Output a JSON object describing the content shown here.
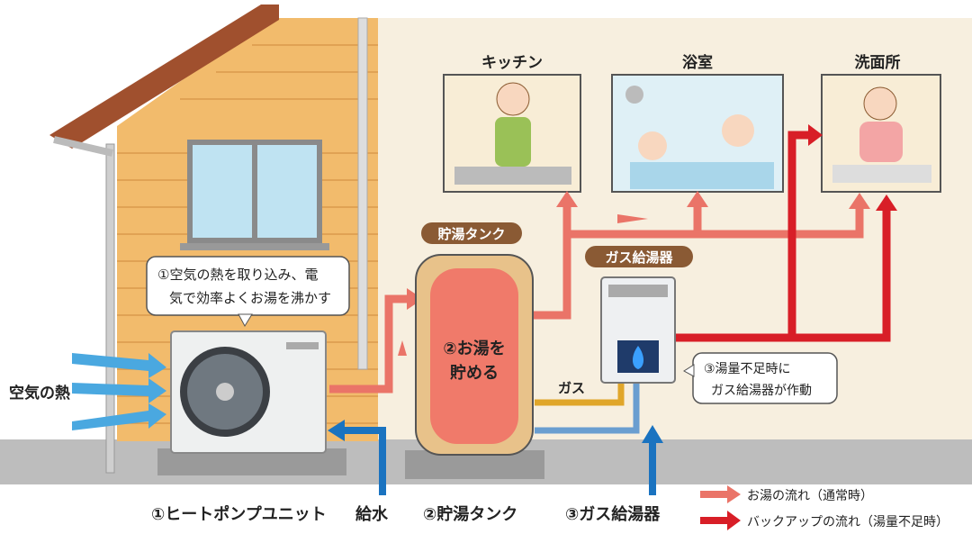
{
  "rooms": {
    "kitchen": "キッチン",
    "bath": "浴室",
    "washroom": "洗面所"
  },
  "tags": {
    "tank": "貯湯タンク",
    "gas_heater": "ガス給湯器"
  },
  "callouts": {
    "heatpump_line1": "①空気の熱を取り込み、電",
    "heatpump_line2": "気で効率よくお湯を沸かす",
    "tank_line1": "②お湯を",
    "tank_line2": "貯める",
    "backup_line1": "③湯量不足時に",
    "backup_line2": "ガス給湯器が作動"
  },
  "labels": {
    "air_heat": "空気の熱",
    "gas": "ガス"
  },
  "captions": {
    "heatpump": "①ヒートポンプユニット",
    "water_supply": "給水",
    "tank": "②貯湯タンク",
    "gas_heater": "③ガス給湯器"
  },
  "legend": {
    "normal": "お湯の流れ（通常時）",
    "backup": "バックアップの流れ（湯量不足時）"
  },
  "colors": {
    "normal_flow": "#ea7468",
    "backup_flow": "#d81e27",
    "water": "#1a73c0",
    "gas": "#e0a62a"
  }
}
